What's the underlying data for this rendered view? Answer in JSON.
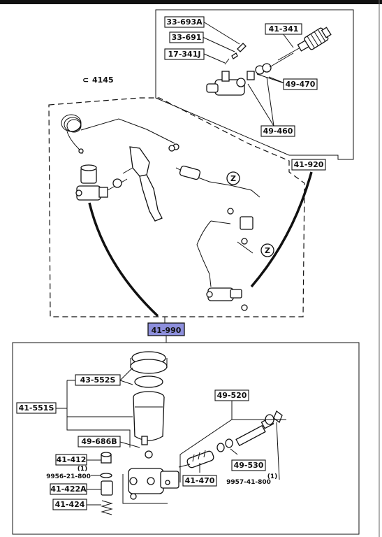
{
  "upper_assembly": {
    "parts": [
      {
        "label": "33-693A"
      },
      {
        "label": "33-691"
      },
      {
        "label": "17-341J"
      },
      {
        "label": "41-341"
      },
      {
        "label": "49-470"
      },
      {
        "label": "49-460"
      }
    ],
    "assembly_label": "41-920"
  },
  "pipe": {
    "ref_label": "4145",
    "view_marks": [
      "Z",
      "Z"
    ]
  },
  "main_link": {
    "label": "41-990"
  },
  "lower_assembly": {
    "parts": [
      {
        "label": "43-552S"
      },
      {
        "label": "41-551S"
      },
      {
        "label": "49-686B"
      },
      {
        "label": "49-520"
      },
      {
        "label": "41-412"
      },
      {
        "label": "9956-21-800"
      },
      {
        "label": "41-422A"
      },
      {
        "label": "41-424"
      },
      {
        "label": "41-470"
      },
      {
        "label": "49-530"
      },
      {
        "label": "9957-41-800"
      }
    ],
    "qty_marks": [
      "(1)",
      "(1)"
    ]
  },
  "colors": {
    "highlight": "#8d8fdc",
    "ink": "#111111",
    "paper": "#ffffff"
  }
}
